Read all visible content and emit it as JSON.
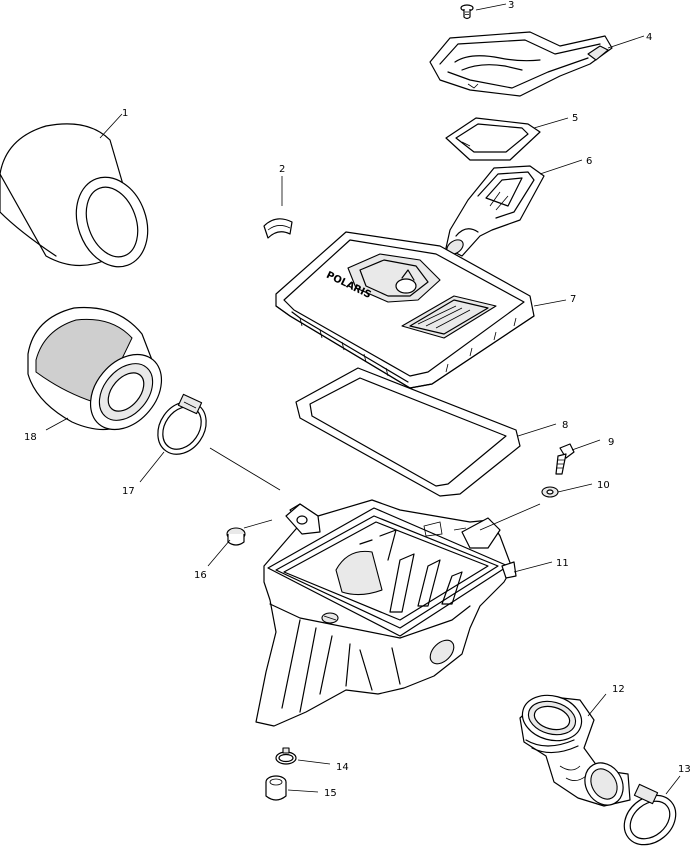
{
  "diagram": {
    "type": "exploded-parts-diagram",
    "callouts": [
      {
        "id": "1",
        "label": "1"
      },
      {
        "id": "2",
        "label": "2"
      },
      {
        "id": "3",
        "label": "3"
      },
      {
        "id": "4",
        "label": "4"
      },
      {
        "id": "5",
        "label": "5"
      },
      {
        "id": "6",
        "label": "6"
      },
      {
        "id": "7",
        "label": "7"
      },
      {
        "id": "8",
        "label": "8"
      },
      {
        "id": "9",
        "label": "9"
      },
      {
        "id": "10",
        "label": "10"
      },
      {
        "id": "11",
        "label": "11"
      },
      {
        "id": "12",
        "label": "12"
      },
      {
        "id": "13",
        "label": "13"
      },
      {
        "id": "14",
        "label": "14"
      },
      {
        "id": "15",
        "label": "15"
      },
      {
        "id": "16",
        "label": "16"
      },
      {
        "id": "17",
        "label": "17"
      },
      {
        "id": "18",
        "label": "18"
      }
    ],
    "cover_logo_text": "POLARIS"
  }
}
